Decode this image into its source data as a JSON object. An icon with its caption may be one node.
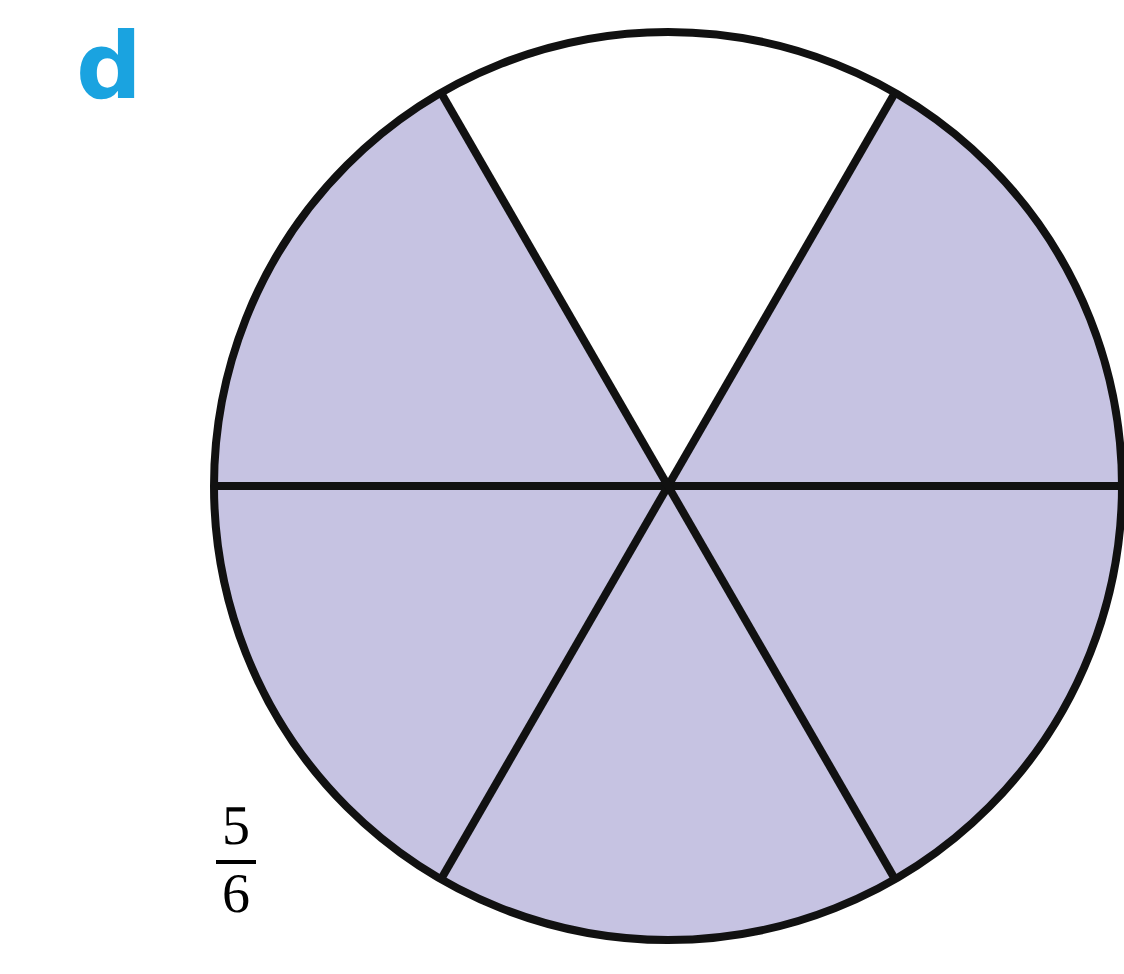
{
  "diagram": {
    "labels": [
      "d",
      "5",
      "6"
    ]
  }
}
